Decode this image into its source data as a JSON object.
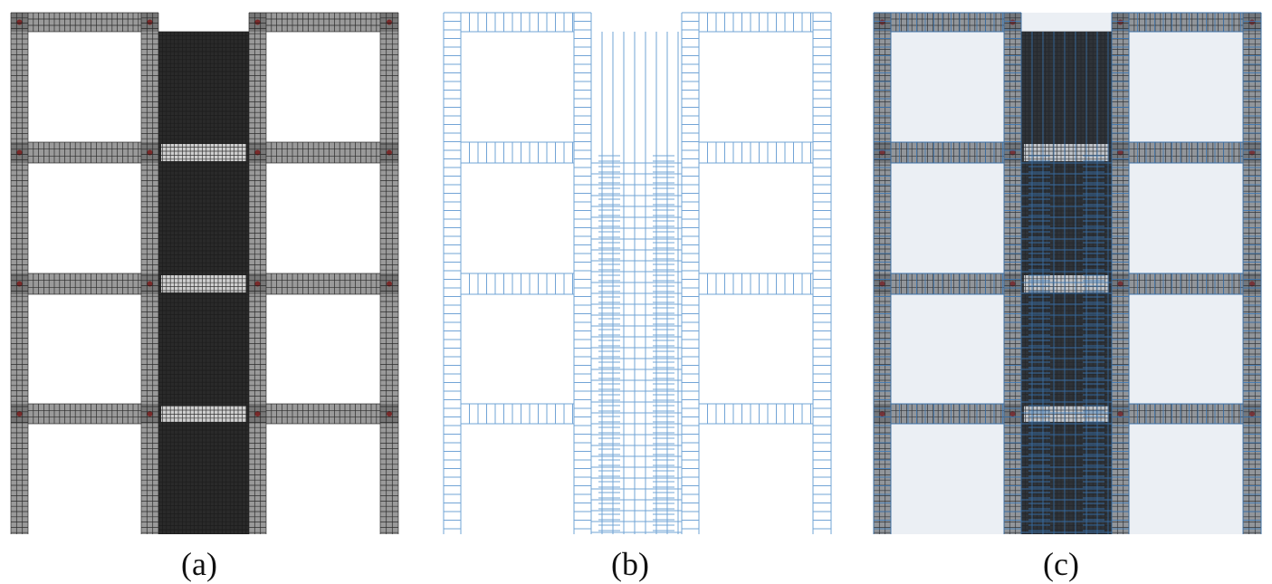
{
  "figure": {
    "panels": [
      {
        "id": "a",
        "caption": "(a)",
        "layer": "concrete-mesh"
      },
      {
        "id": "b",
        "caption": "(b)",
        "layer": "reinforcement-mesh"
      },
      {
        "id": "c",
        "caption": "(c)",
        "layer": "combined-mesh"
      }
    ],
    "frame": {
      "bays": 3,
      "stories": 4,
      "infilled_bay": 2,
      "fine_mesh_bay": 2
    },
    "colors": {
      "mesh_line": "#1a1a1a",
      "member_fill": "#9a9a9a",
      "joint_fill": "#777777",
      "joint_dot": "#7a2a2a",
      "infill_fill": "#2a2a2a",
      "opening_fill": "#cfcfcf",
      "rebar_line": "#6a9fd4",
      "combined_rebar_line": "#3a78b8"
    }
  }
}
